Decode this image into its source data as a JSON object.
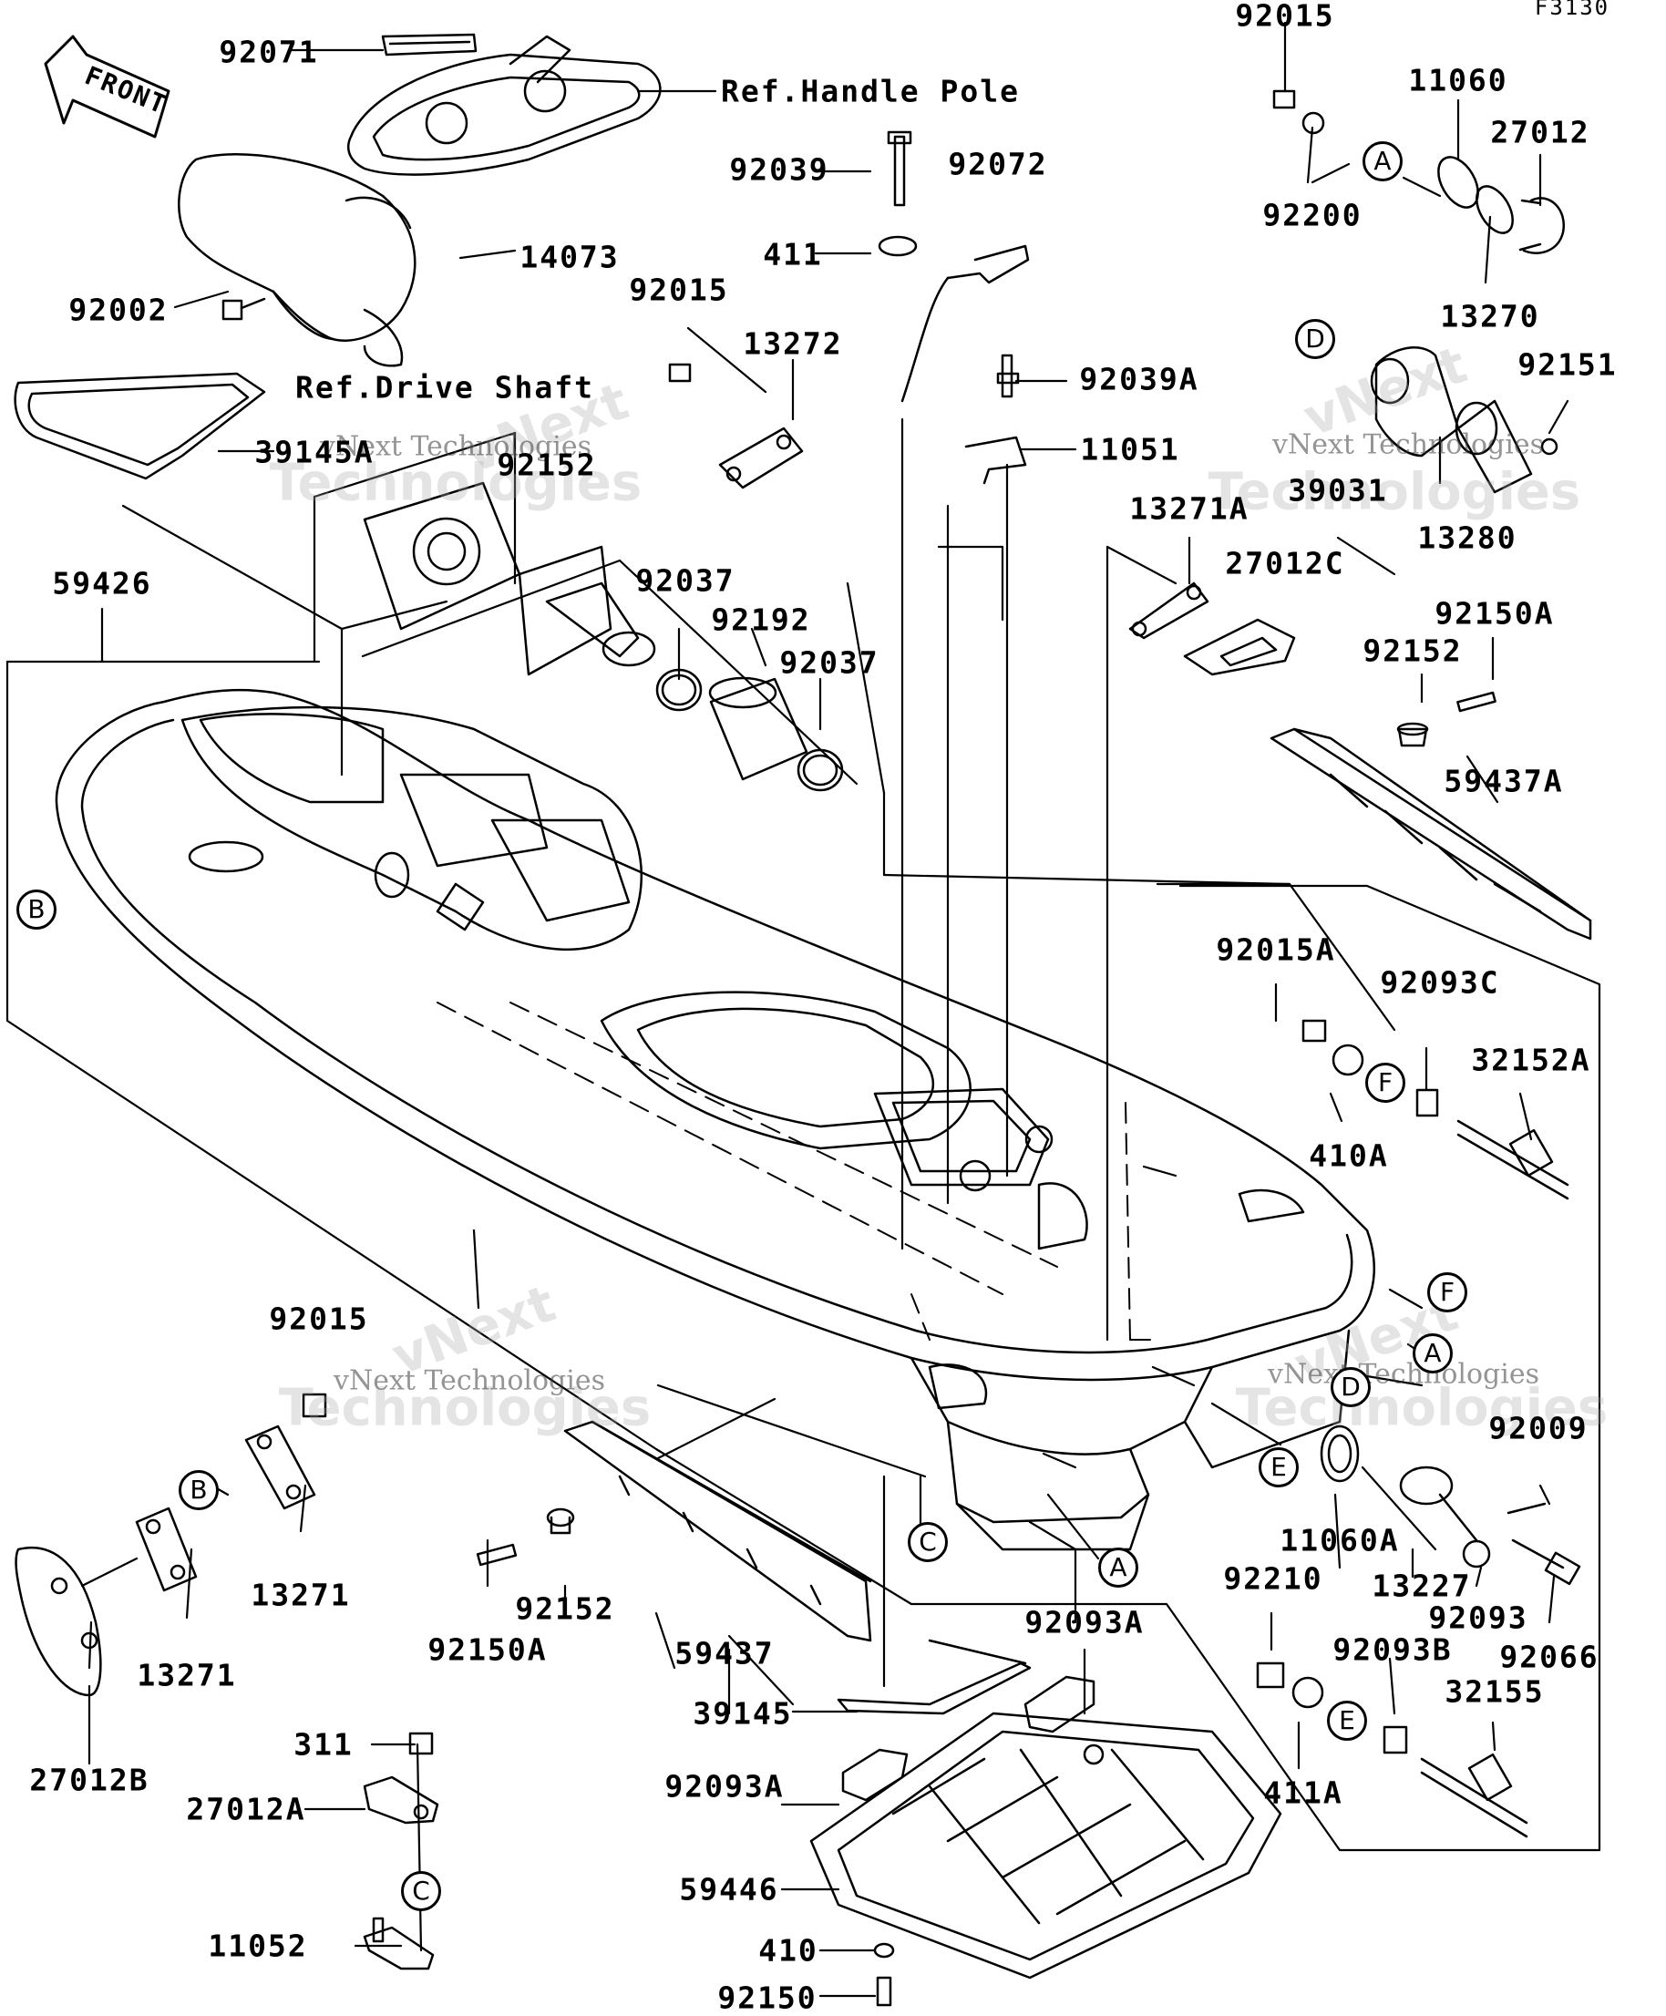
{
  "figure_code": "F3130",
  "front_label": "FRONT",
  "references": [
    {
      "id": "ref-handle-pole",
      "text": "Ref.Handle Pole"
    },
    {
      "id": "ref-drive-shaft",
      "text": "Ref.Drive Shaft"
    }
  ],
  "part_labels": [
    "92071",
    "14073",
    "92002",
    "39145A",
    "92152",
    "59426",
    "92039",
    "411",
    "92072",
    "92015",
    "13272",
    "92037",
    "92192",
    "92037",
    "92039A",
    "11051",
    "92015",
    "11060",
    "27012",
    "92200",
    "13270",
    "92151",
    "39031",
    "13280",
    "13271A",
    "27012C",
    "92150A",
    "92152",
    "59437A",
    "92015A",
    "92093C",
    "32152A",
    "410A",
    "92009",
    "11060A",
    "13227",
    "92093",
    "92066",
    "92210",
    "92093B",
    "32155",
    "411A",
    "92093A",
    "92093A",
    "39145",
    "59446",
    "410",
    "92150",
    "59437",
    "92152",
    "92150A",
    "92015",
    "13271",
    "13271",
    "27012B",
    "311",
    "27012A",
    "11052"
  ],
  "callouts": [
    "A",
    "A",
    "A",
    "B",
    "B",
    "C",
    "C",
    "D",
    "D",
    "E",
    "E",
    "F",
    "F"
  ],
  "watermark": {
    "big_lines": [
      "vNext",
      "Technologies"
    ],
    "small_line": "vNext Technologies"
  }
}
